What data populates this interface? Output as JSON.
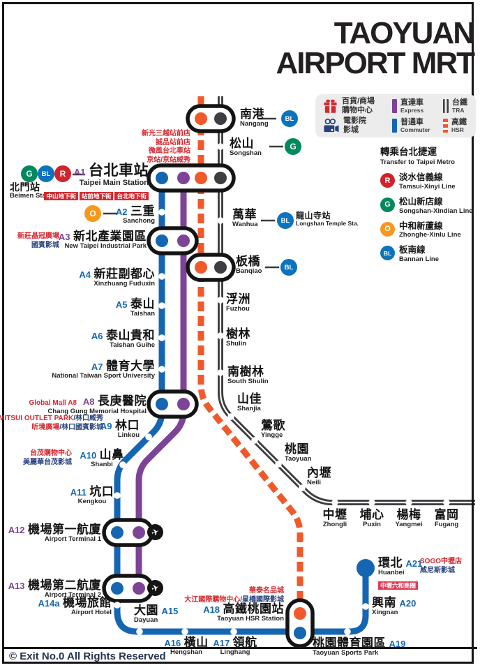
{
  "title": {
    "line1": "TAOYUAN",
    "line2": "AIRPORT MRT"
  },
  "legend": {
    "shopping": {
      "zh1": "百貨/商場",
      "zh2": "購物中心"
    },
    "cinema": {
      "zh1": "電影院",
      "zh2": "影城"
    },
    "express": {
      "zh": "直達車",
      "en": "Express"
    },
    "commuter": {
      "zh": "普通車",
      "en": "Commuter"
    },
    "tra": {
      "zh": "台鐵",
      "en": "TRA"
    },
    "hsr": {
      "zh": "高鐵",
      "en": "HSR"
    }
  },
  "transfer": {
    "title_zh": "轉乘台北捷運",
    "title_en": "Transfer to Taipei Metro",
    "lines": [
      {
        "badge": "R",
        "zh": "淡水信義線",
        "en": "Tamsui-Xinyi Line"
      },
      {
        "badge": "G",
        "zh": "松山新店線",
        "en": "Songshan-Xindian Line"
      },
      {
        "badge": "O",
        "zh": "中和新蘆線",
        "en": "Zhonghe-Xinlu Line"
      },
      {
        "badge": "BL",
        "zh": "板南線",
        "en": "Bannan Line"
      }
    ]
  },
  "badges": {
    "g": "G",
    "bl": "BL",
    "r": "R",
    "o": "O"
  },
  "icons": {
    "plane": "✈"
  },
  "stations": {
    "a1": {
      "code": "A1",
      "zh": "台北車站",
      "en": "Taipei Main Station"
    },
    "a2": {
      "code": "A2",
      "zh": "三重",
      "en": "Sanchong"
    },
    "a3": {
      "code": "A3",
      "zh": "新北產業園區",
      "en": "New Taipei Industrial Park"
    },
    "a4": {
      "code": "A4",
      "zh": "新莊副都心",
      "en": "Xinzhuang Fuduxin"
    },
    "a5": {
      "code": "A5",
      "zh": "泰山",
      "en": "Taishan"
    },
    "a6": {
      "code": "A6",
      "zh": "泰山貴和",
      "en": "Taishan Guihe"
    },
    "a7": {
      "code": "A7",
      "zh": "體育大學",
      "en": "National Taiwan Sport University"
    },
    "a8": {
      "code": "A8",
      "zh": "長庚醫院",
      "en": "Chang Gung Memorial Hospital"
    },
    "a9": {
      "code": "A9",
      "zh": "林口",
      "en": "Linkou"
    },
    "a10": {
      "code": "A10",
      "zh": "山鼻",
      "en": "Shanbi"
    },
    "a11": {
      "code": "A11",
      "zh": "坑口",
      "en": "Kengkou"
    },
    "a12": {
      "code": "A12",
      "zh": "機場第一航廈",
      "en": "Airport Terminal 1"
    },
    "a13": {
      "code": "A13",
      "zh": "機場第二航廈",
      "en": "Airport Terminal 2"
    },
    "a14a": {
      "code": "A14a",
      "zh": "機場旅館",
      "en": "Airport Hotel"
    },
    "a15": {
      "code": "A15",
      "zh": "大園",
      "en": "Dayuan"
    },
    "a16": {
      "code": "A16",
      "zh": "橫山",
      "en": "Hengshan"
    },
    "a17": {
      "code": "A17",
      "zh": "領航",
      "en": "Linghang"
    },
    "a18": {
      "code": "A18",
      "zh": "高鐵桃園站",
      "en": "Taoyuan HSR Station"
    },
    "a19": {
      "code": "A19",
      "zh": "桃園體育園區",
      "en": "Taoyuan Sports Park"
    },
    "a20": {
      "code": "A20",
      "zh": "興南",
      "en": "Xingnan"
    },
    "a21": {
      "code": "A21",
      "zh": "環北",
      "en": "Huanbei"
    }
  },
  "tra": {
    "nangang": {
      "zh": "南港",
      "en": "Nangang"
    },
    "songshan": {
      "zh": "松山",
      "en": "Songshan"
    },
    "wanhua": {
      "zh": "萬華",
      "en": "Wanhua"
    },
    "banqiao": {
      "zh": "板橋",
      "en": "Banqiao"
    },
    "fuzhou": {
      "zh": "浮洲",
      "en": "Fuzhou"
    },
    "shulin": {
      "zh": "樹林",
      "en": "Shulin"
    },
    "south_shulin": {
      "zh": "南樹林",
      "en": "South Shulin"
    },
    "shanjia": {
      "zh": "山佳",
      "en": "Shanjia"
    },
    "yingge": {
      "zh": "鶯歌",
      "en": "Yingge"
    },
    "taoyuan": {
      "zh": "桃園",
      "en": "Taoyuan"
    },
    "neili": {
      "zh": "內壢",
      "en": "Neili"
    },
    "zhongli": {
      "zh": "中壢",
      "en": "Zhongli"
    },
    "puxin": {
      "zh": "埔心",
      "en": "Puxin"
    },
    "yangmei": {
      "zh": "楊梅",
      "en": "Yangmei"
    },
    "fugang": {
      "zh": "富岡",
      "en": "Fugang"
    }
  },
  "transfers": {
    "beimen": {
      "zh": "北門站",
      "en": "Beimen Sta."
    },
    "longshan": {
      "zh": "龍山寺站",
      "en": "Longshan Temple Sta."
    }
  },
  "malls": {
    "taipei": [
      "新光三越站前店",
      "誠品站前店",
      "微風台北車站",
      "京站/京站威秀"
    ],
    "underground": [
      "中山地下街",
      "站前地下街",
      "台北地下街"
    ],
    "a3_mall": "新莊晶冠廣場",
    "a3_cinema": "國賓影城",
    "a8_mall": "Global Mall A8",
    "a9_l1_red": "MITSUI OUTLET PARK",
    "a9_l1_navy": "/林口威秀",
    "a9_l2_red": "昕境廣場",
    "a9_l2_navy": "/林口國賓影城",
    "a10_red": "台茂購物中心",
    "a10_navy": "美麗華台茂影城",
    "a18_l1": "華泰名品城",
    "a18_l2_red": "大江國際購物中心",
    "a18_l2_navy": "/星橋國際影城",
    "a21_red": "SOGO中壢店",
    "a21_navy": "威尼斯影城",
    "a21_box": "中壢六和商圈"
  },
  "copyright": "© Exit No.0 All Rights Reserved",
  "colors": {
    "blue": "#1566b2",
    "purple": "#7d4397",
    "orange": "#f1592a",
    "dark": "#3e3e42",
    "red": "#d7282f",
    "pink": "#e23a56",
    "navy": "#27427c",
    "green": "#00885f",
    "blbadge": "#0c73bc",
    "rbadge": "#d0232b",
    "obadge": "#f7981c"
  }
}
